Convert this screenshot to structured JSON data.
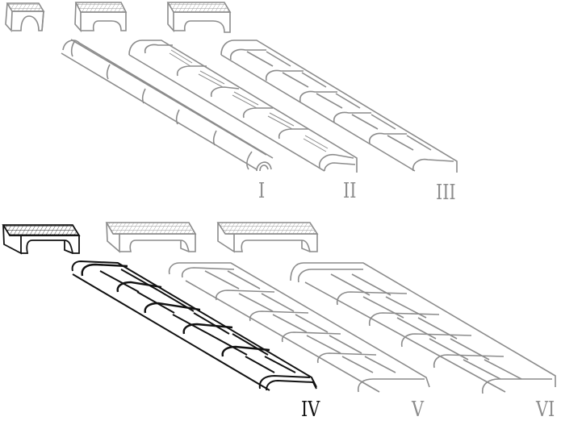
{
  "figure": {
    "description": "Six variants of segmented half-pipe covers with matching grated end blocks; variant IV highlighted",
    "colors": {
      "muted": "#8c8c8c",
      "highlight": "#111111",
      "background": "#ffffff"
    },
    "variants": [
      {
        "id": "I",
        "label": "I",
        "highlighted": false,
        "segments": 6,
        "style": "round",
        "block": "small"
      },
      {
        "id": "II",
        "label": "II",
        "highlighted": false,
        "segments": 5,
        "style": "slotted-single",
        "block": "medium"
      },
      {
        "id": "III",
        "label": "III",
        "highlighted": false,
        "segments": 5,
        "style": "slotted-double",
        "block": "medium"
      },
      {
        "id": "IV",
        "label": "IV",
        "highlighted": true,
        "segments": 5,
        "style": "flat-double",
        "block": "wide"
      },
      {
        "id": "V",
        "label": "V",
        "highlighted": false,
        "segments": 5,
        "style": "flat-double",
        "block": "wide"
      },
      {
        "id": "VI",
        "label": "VI",
        "highlighted": false,
        "segments": 5,
        "style": "flat-double",
        "block": "wider"
      }
    ]
  }
}
